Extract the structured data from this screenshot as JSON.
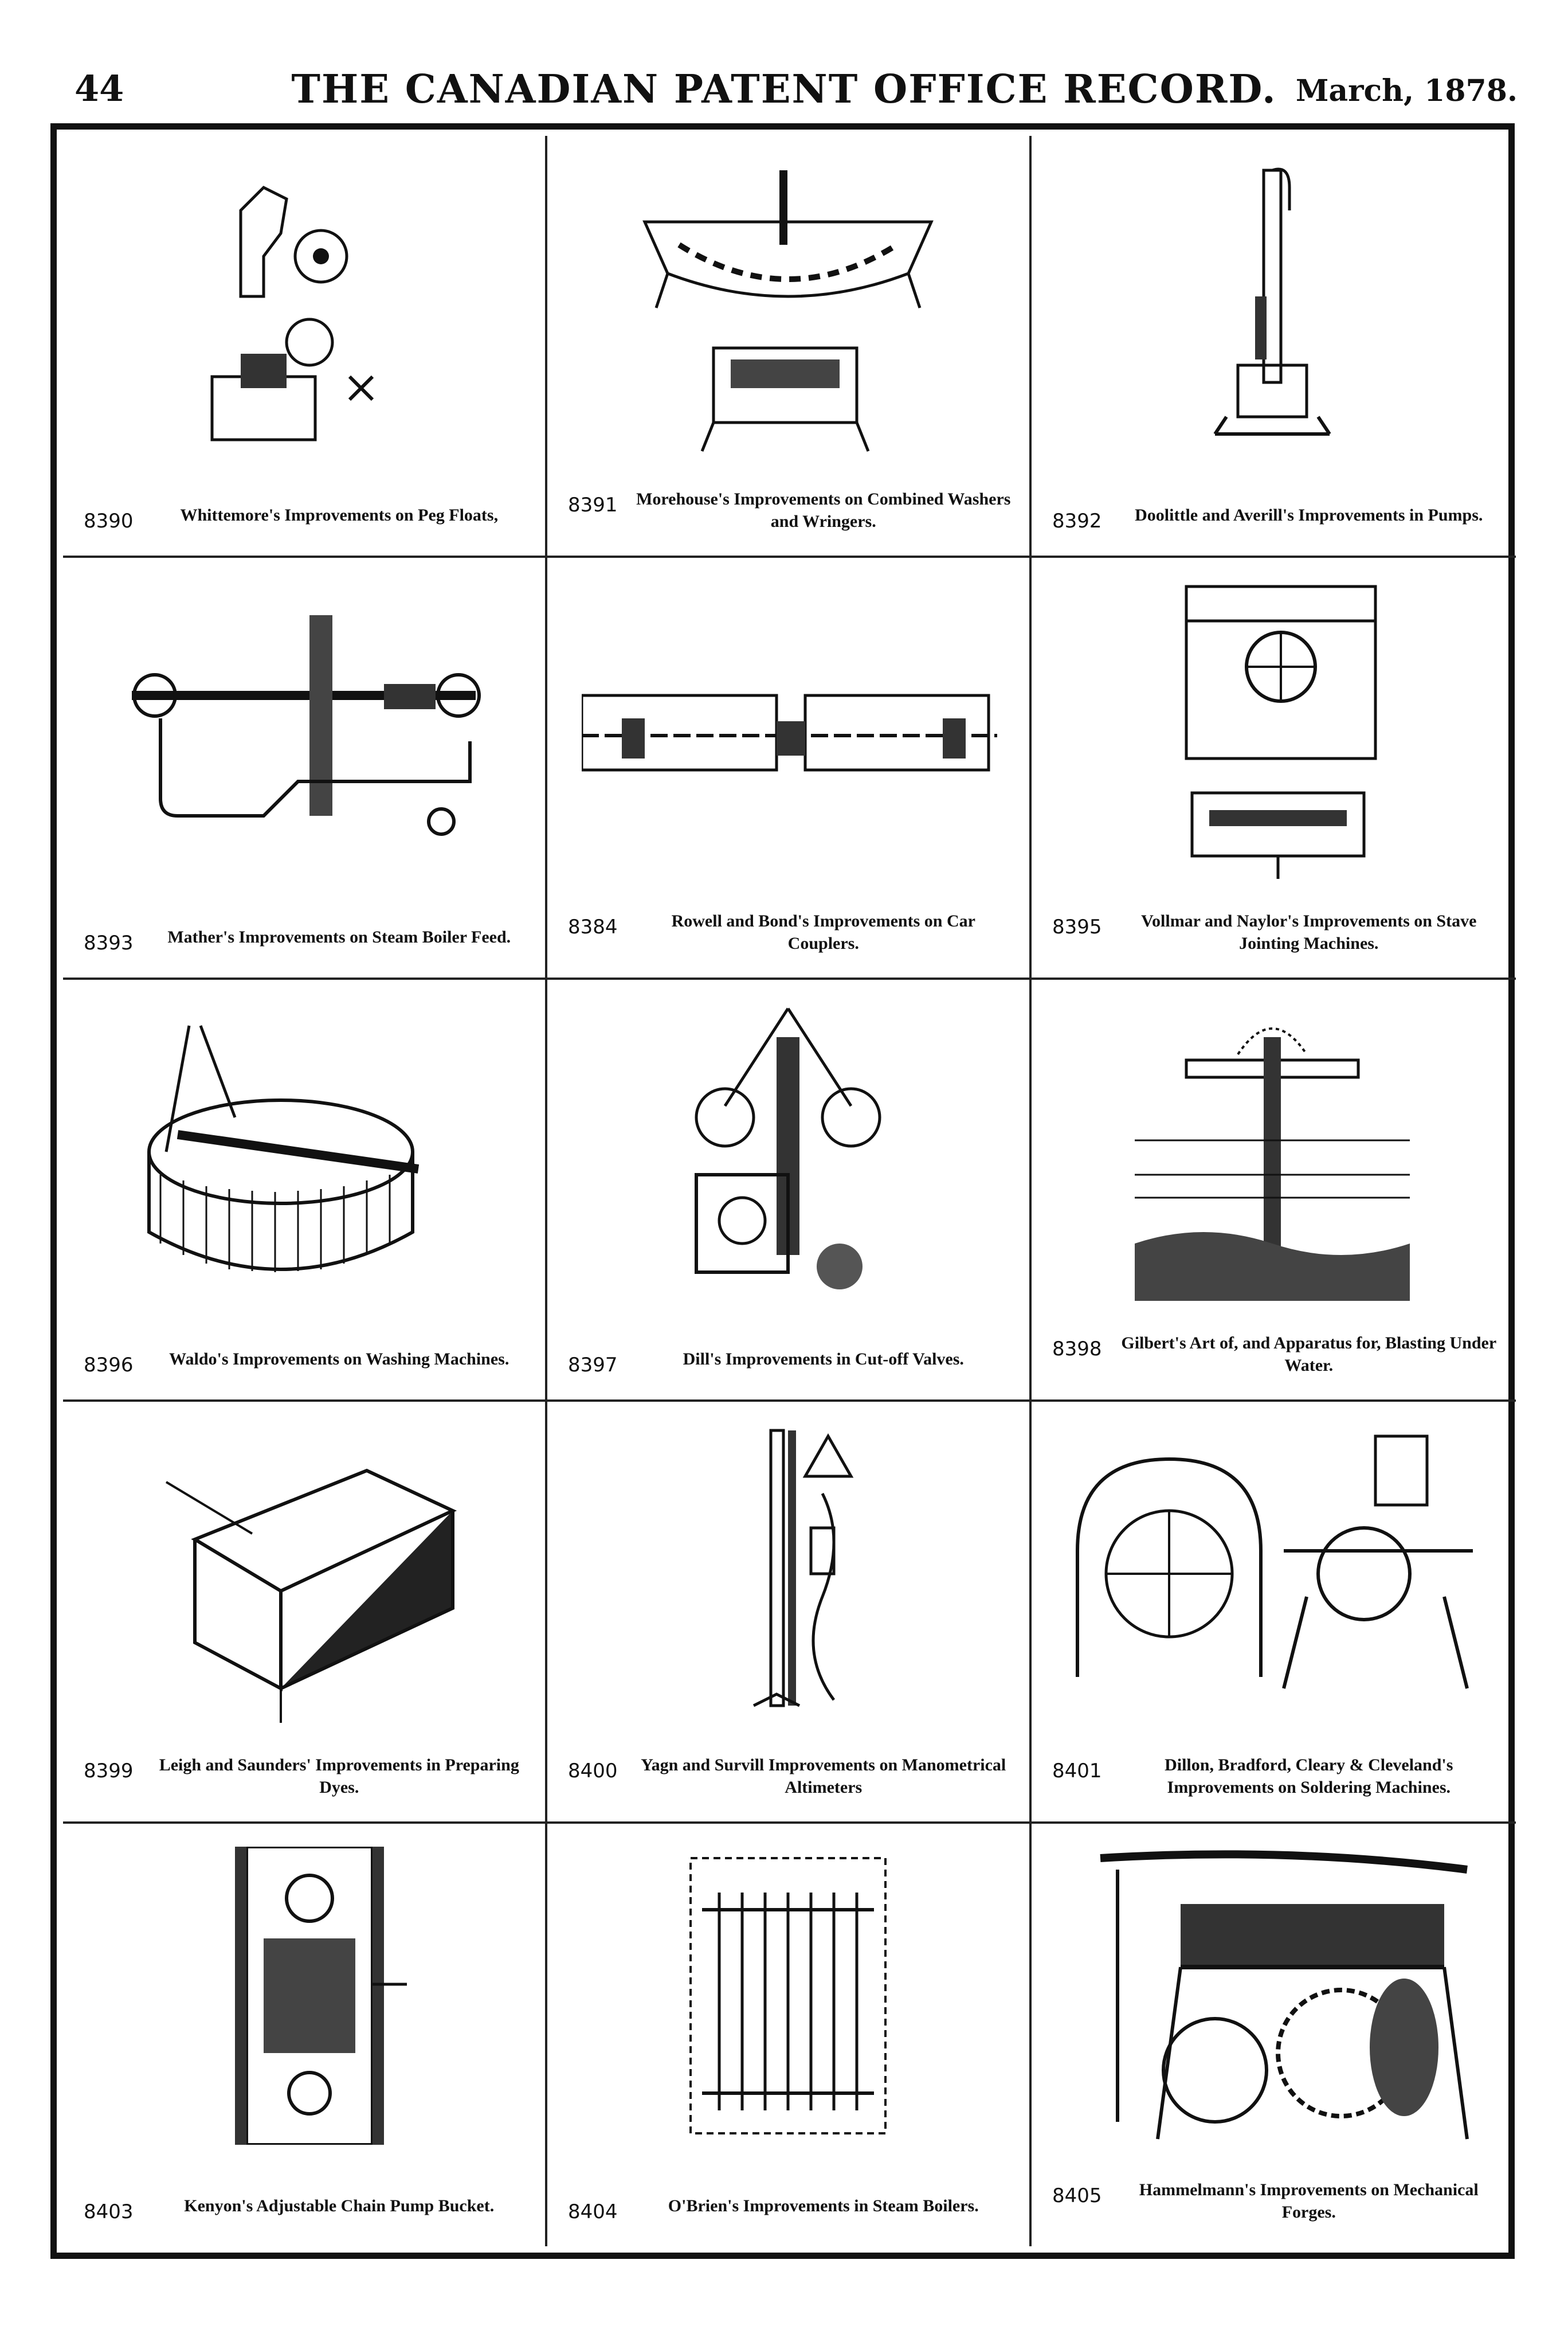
{
  "header": {
    "page_number": "44",
    "journal_title": "THE CANADIAN PATENT OFFICE RECORD.",
    "issue_date": "March, 1878."
  },
  "patents": [
    {
      "number": "8390",
      "title": "Whittemore's Improvements on Peg Floats,"
    },
    {
      "number": "8391",
      "title": "Morehouse's Improvements on Combined Washers and Wringers."
    },
    {
      "number": "8392",
      "title": "Doolittle and Averill's Improvements in Pumps."
    },
    {
      "number": "8393",
      "title": "Mather's Improvements on Steam Boiler Feed."
    },
    {
      "number": "8384",
      "title": "Rowell and Bond's Improvements on Car Couplers."
    },
    {
      "number": "8395",
      "title": "Vollmar and Naylor's Improvements on Stave Jointing Machines."
    },
    {
      "number": "8396",
      "title": "Waldo's Improvements on Washing Machines."
    },
    {
      "number": "8397",
      "title": "Dill's Improvements in Cut-off Valves."
    },
    {
      "number": "8398",
      "title": "Gilbert's Art of, and Apparatus for, Blasting Under Water."
    },
    {
      "number": "8399",
      "title": "Leigh and Saunders' Improvements in Preparing Dyes."
    },
    {
      "number": "8400",
      "title": "Yagn and Survill Improvements on Manometrical Altimeters"
    },
    {
      "number": "8401",
      "title": "Dillon, Bradford, Cleary & Cleveland's Improvements on Soldering Machines."
    },
    {
      "number": "8403",
      "title": "Kenyon's Adjustable Chain Pump Bucket."
    },
    {
      "number": "8404",
      "title": "O'Brien's Improvements in Steam Boilers."
    },
    {
      "number": "8405",
      "title": "Hammelmann's Improvements on Mechanical Forges."
    }
  ]
}
